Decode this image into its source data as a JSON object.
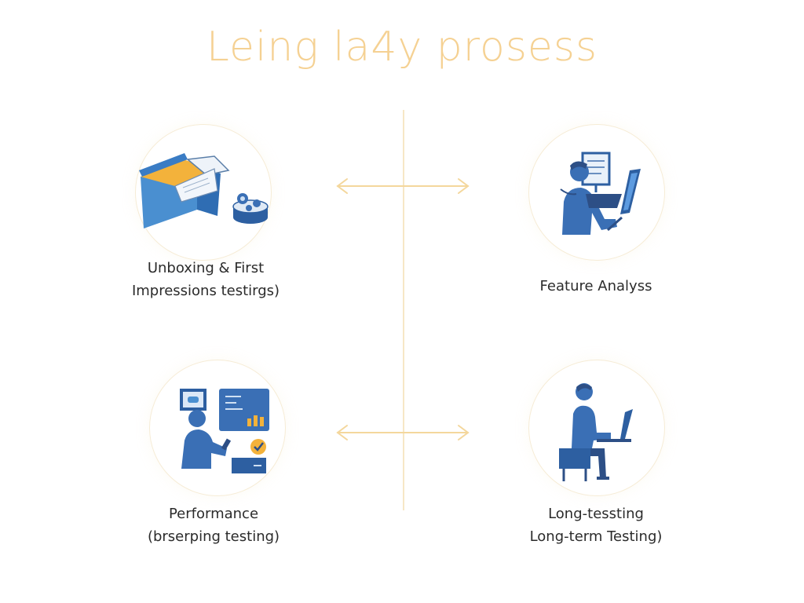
{
  "title": "Leing la4y prosess",
  "colors": {
    "accent": "#f4cd88",
    "icon_blue": "#3a6fb5",
    "icon_dark": "#2d4f86",
    "box_yellow": "#f3b23b",
    "text": "#2b2b2b"
  },
  "steps": [
    {
      "line1": "Unboxing & First",
      "line2": "Impressions testirgs)",
      "icon": "open-box-icon"
    },
    {
      "line1": "Feature Analyss",
      "line2": "",
      "icon": "person-at-monitor-icon"
    },
    {
      "line1": "Performance",
      "line2": "(brserping testing)",
      "icon": "performance-dashboard-icon"
    },
    {
      "line1": "Long-tessting",
      "line2": "Long-term Testing)",
      "icon": "person-at-laptop-icon"
    }
  ]
}
